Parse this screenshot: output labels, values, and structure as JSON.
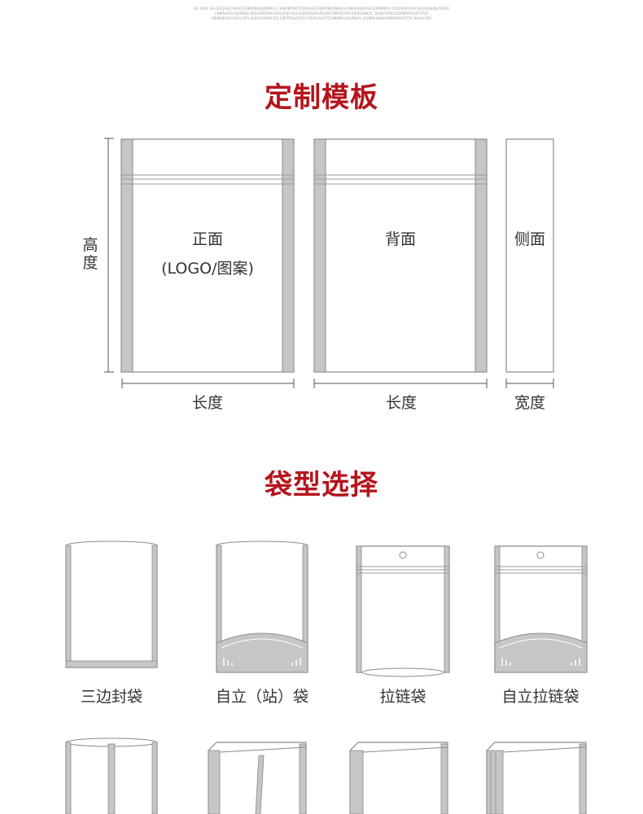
{
  "header": {
    "fine_print": [
      "UC,REIF,KILOS,JSIO,HEKE5HNENSHSRNR1S,SMRM5KITEDRIGRE1RPRBESNOULRNEKISDRIGOEMSMRU CODIDIPUOP3EUIGSIREI5REV",
      "I3WAVOIUISHNGK,DSGHRDVKGXSUFJEUGEIUJIRSSDIGRUDRENRIEVHUEN3USNOC 3UJIVHRRDURWRYRHEFPSA",
      "KRNDKIRIUSOU,RFIULRISONIRFED,GMTRSUERSCSIDIGAUSTD3NMDUSIVNOFI,ASMRIVHNSINMIDRRSTVI,NHALSID"
    ]
  },
  "template_section": {
    "title": "定制模板",
    "front_label": "正面",
    "front_sublabel": "(LOGO/图案)",
    "back_label": "背面",
    "side_label": "侧面",
    "height_label": "高度",
    "length_label_1": "长度",
    "length_label_2": "长度",
    "width_label": "宽度"
  },
  "bag_type_section": {
    "title": "袋型选择",
    "bags": [
      {
        "label": "三边封袋"
      },
      {
        "label": "自立（站）袋"
      },
      {
        "label": "拉链袋"
      },
      {
        "label": "自立拉链袋"
      }
    ]
  },
  "colors": {
    "title_red": "#b5141c",
    "seal_gray": "#c6c6c6",
    "outline_gray": "#8a8a8a",
    "dimension_line": "#555555"
  }
}
